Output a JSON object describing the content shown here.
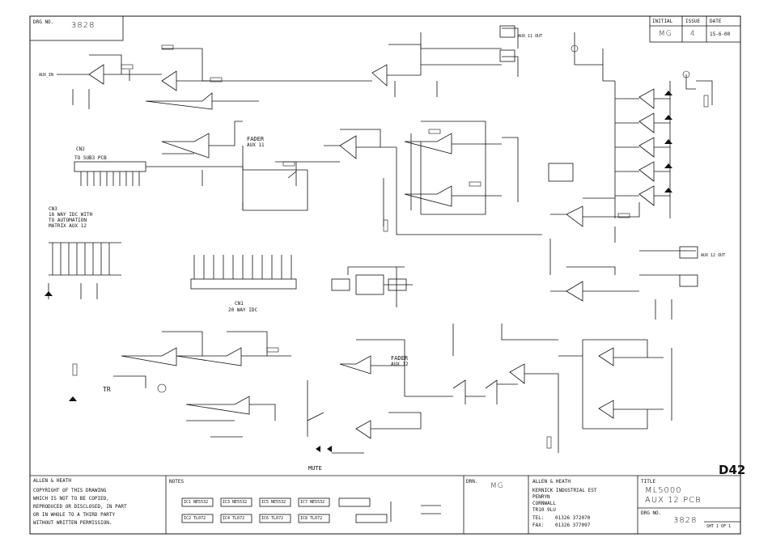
{
  "drawing": {
    "dwg_no_label": "DRG NO.",
    "dwg_no": "3828",
    "initial_label": "INITIAL",
    "issue_label": "ISSUE",
    "date_label": "DATE",
    "initial": "MG",
    "issue": "4",
    "date": "15-6-00",
    "sheet_code": "D42"
  },
  "title_block": {
    "company": "ALLEN & HEATH",
    "copyright_lines": [
      "COPYRIGHT OF THIS DRAWING",
      "WHICH IS NOT TO BE COPIED,",
      "REPRODUCED OR DISCLOSED, IN PART",
      "OR IN WHOLE TO A THIRD PARTY",
      "WITHOUT WRITTEN PERMISSION."
    ],
    "notes_label": "NOTES",
    "drn_label": "DRN.",
    "drn": "MG",
    "address_lines": [
      "ALLEN & HEATH",
      "KERNICK INDUSTRIAL EST",
      "PENRYN",
      "CORNWALL",
      "TR10 9LU"
    ],
    "tel_label": "TEL:",
    "tel": "01326 372070",
    "fax_label": "FAX:",
    "fax": "01326 377097",
    "title_label": "TITLE",
    "title_line1": "ML5000",
    "title_line2": "AUX 12 PCB",
    "dwg_no_label": "DRG NO.",
    "dwg_no": "3828",
    "sheet_ref": "SHT 1 OF 1"
  },
  "labels": {
    "cn2": "CN2",
    "cn2_desc": "TO SUB3 PCB",
    "cn3": "CN3",
    "cn3_desc1": "16 WAY IDC WITH",
    "cn3_desc2": "TO AUTOMATION",
    "cn3_desc3": "MATRIX  AUX 12",
    "cn1": "CN1",
    "cn1_desc": "20 WAY IDC",
    "fader1": "FADER",
    "fader1b": "AUX 11",
    "fader2": "FADER",
    "fader2b": "AUX 12",
    "mute": "MUTE",
    "tr": "TR",
    "aux_in": "AUX_IN",
    "aux11_out": "AUX 11 OUT",
    "aux12_out": "AUX 12 OUT",
    "ic_parts": [
      "IC1 NE5532",
      "IC2 TL072",
      "IC3 NE5532",
      "IC4 TL072",
      "IC5 NE5532",
      "IC6 TL072",
      "IC7 NE5532",
      "IC8 TL072"
    ]
  }
}
